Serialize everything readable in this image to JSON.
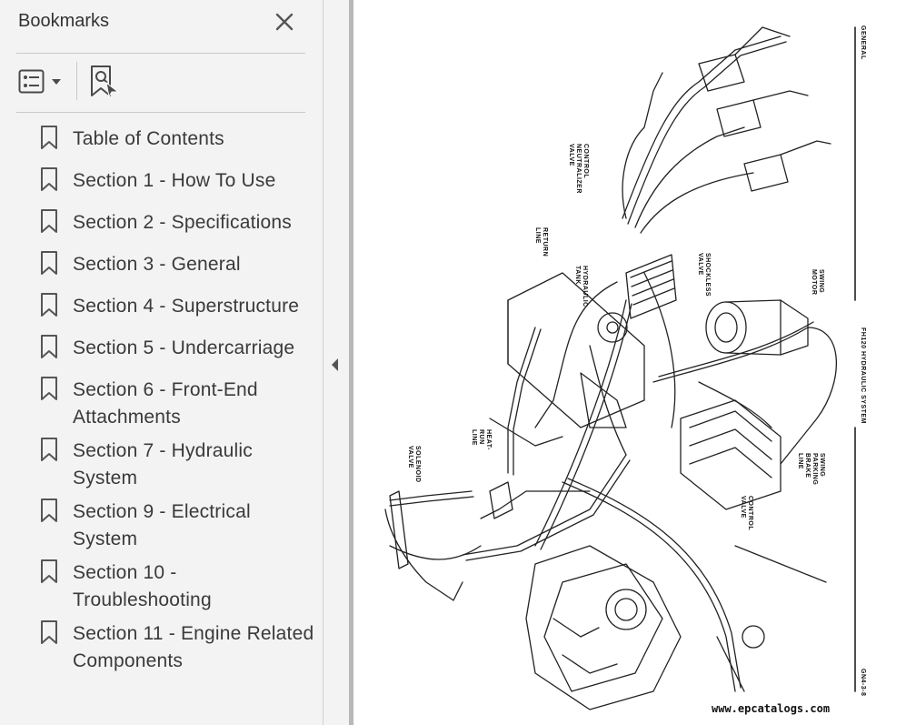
{
  "panel": {
    "title": "Bookmarks",
    "close_icon": "close-icon",
    "options_icon": "list-options-icon",
    "find_icon": "find-bookmark-icon"
  },
  "bookmarks": [
    {
      "label": "Table of Contents"
    },
    {
      "label": "Section 1 - How To Use"
    },
    {
      "label": "Section 2 - Specifications"
    },
    {
      "label": "Section 3 - General"
    },
    {
      "label": "Section 4 - Superstructure"
    },
    {
      "label": "Section 5 - Undercarriage"
    },
    {
      "label": "Section 6 - Front-End Attachments"
    },
    {
      "label": "Section 7 - Hydraulic System"
    },
    {
      "label": "Section 9 - Electrical System"
    },
    {
      "label": "Section 10 - Troubleshooting"
    },
    {
      "label": "Section 11 - Engine Related Components"
    }
  ],
  "document": {
    "header": "GENERAL",
    "system_title": "FH120 HYDRAULIC SYSTEM",
    "figure_code": "GN4-3-8",
    "labels": {
      "control_neutralizer_valve": "CONTROL\nNEUTRALIZER\nVALVE",
      "return_line": "RETURN\nLINE",
      "hydraulic_tank": "HYDRAULIC\nTANK",
      "shockless_valve": "SHOCKLESS\nVALVE",
      "swing_motor": "SWING\nMOTOR",
      "heat_run_line": "HEAT-\nRUN\nLINE",
      "solenoid_valve": "SOLENOID\nVALVE",
      "swing_parking_brake_line": "SWING\nPARKING\nBRAKE\nLINE",
      "control_valve": "CONTROL\nVALVE"
    },
    "watermark": "www.epcatalogs.com"
  },
  "colors": {
    "panel_bg": "#f3f3f3",
    "text": "#3a3a3a",
    "icon": "#4a4a4a",
    "splitter": "#b8b8b8"
  }
}
